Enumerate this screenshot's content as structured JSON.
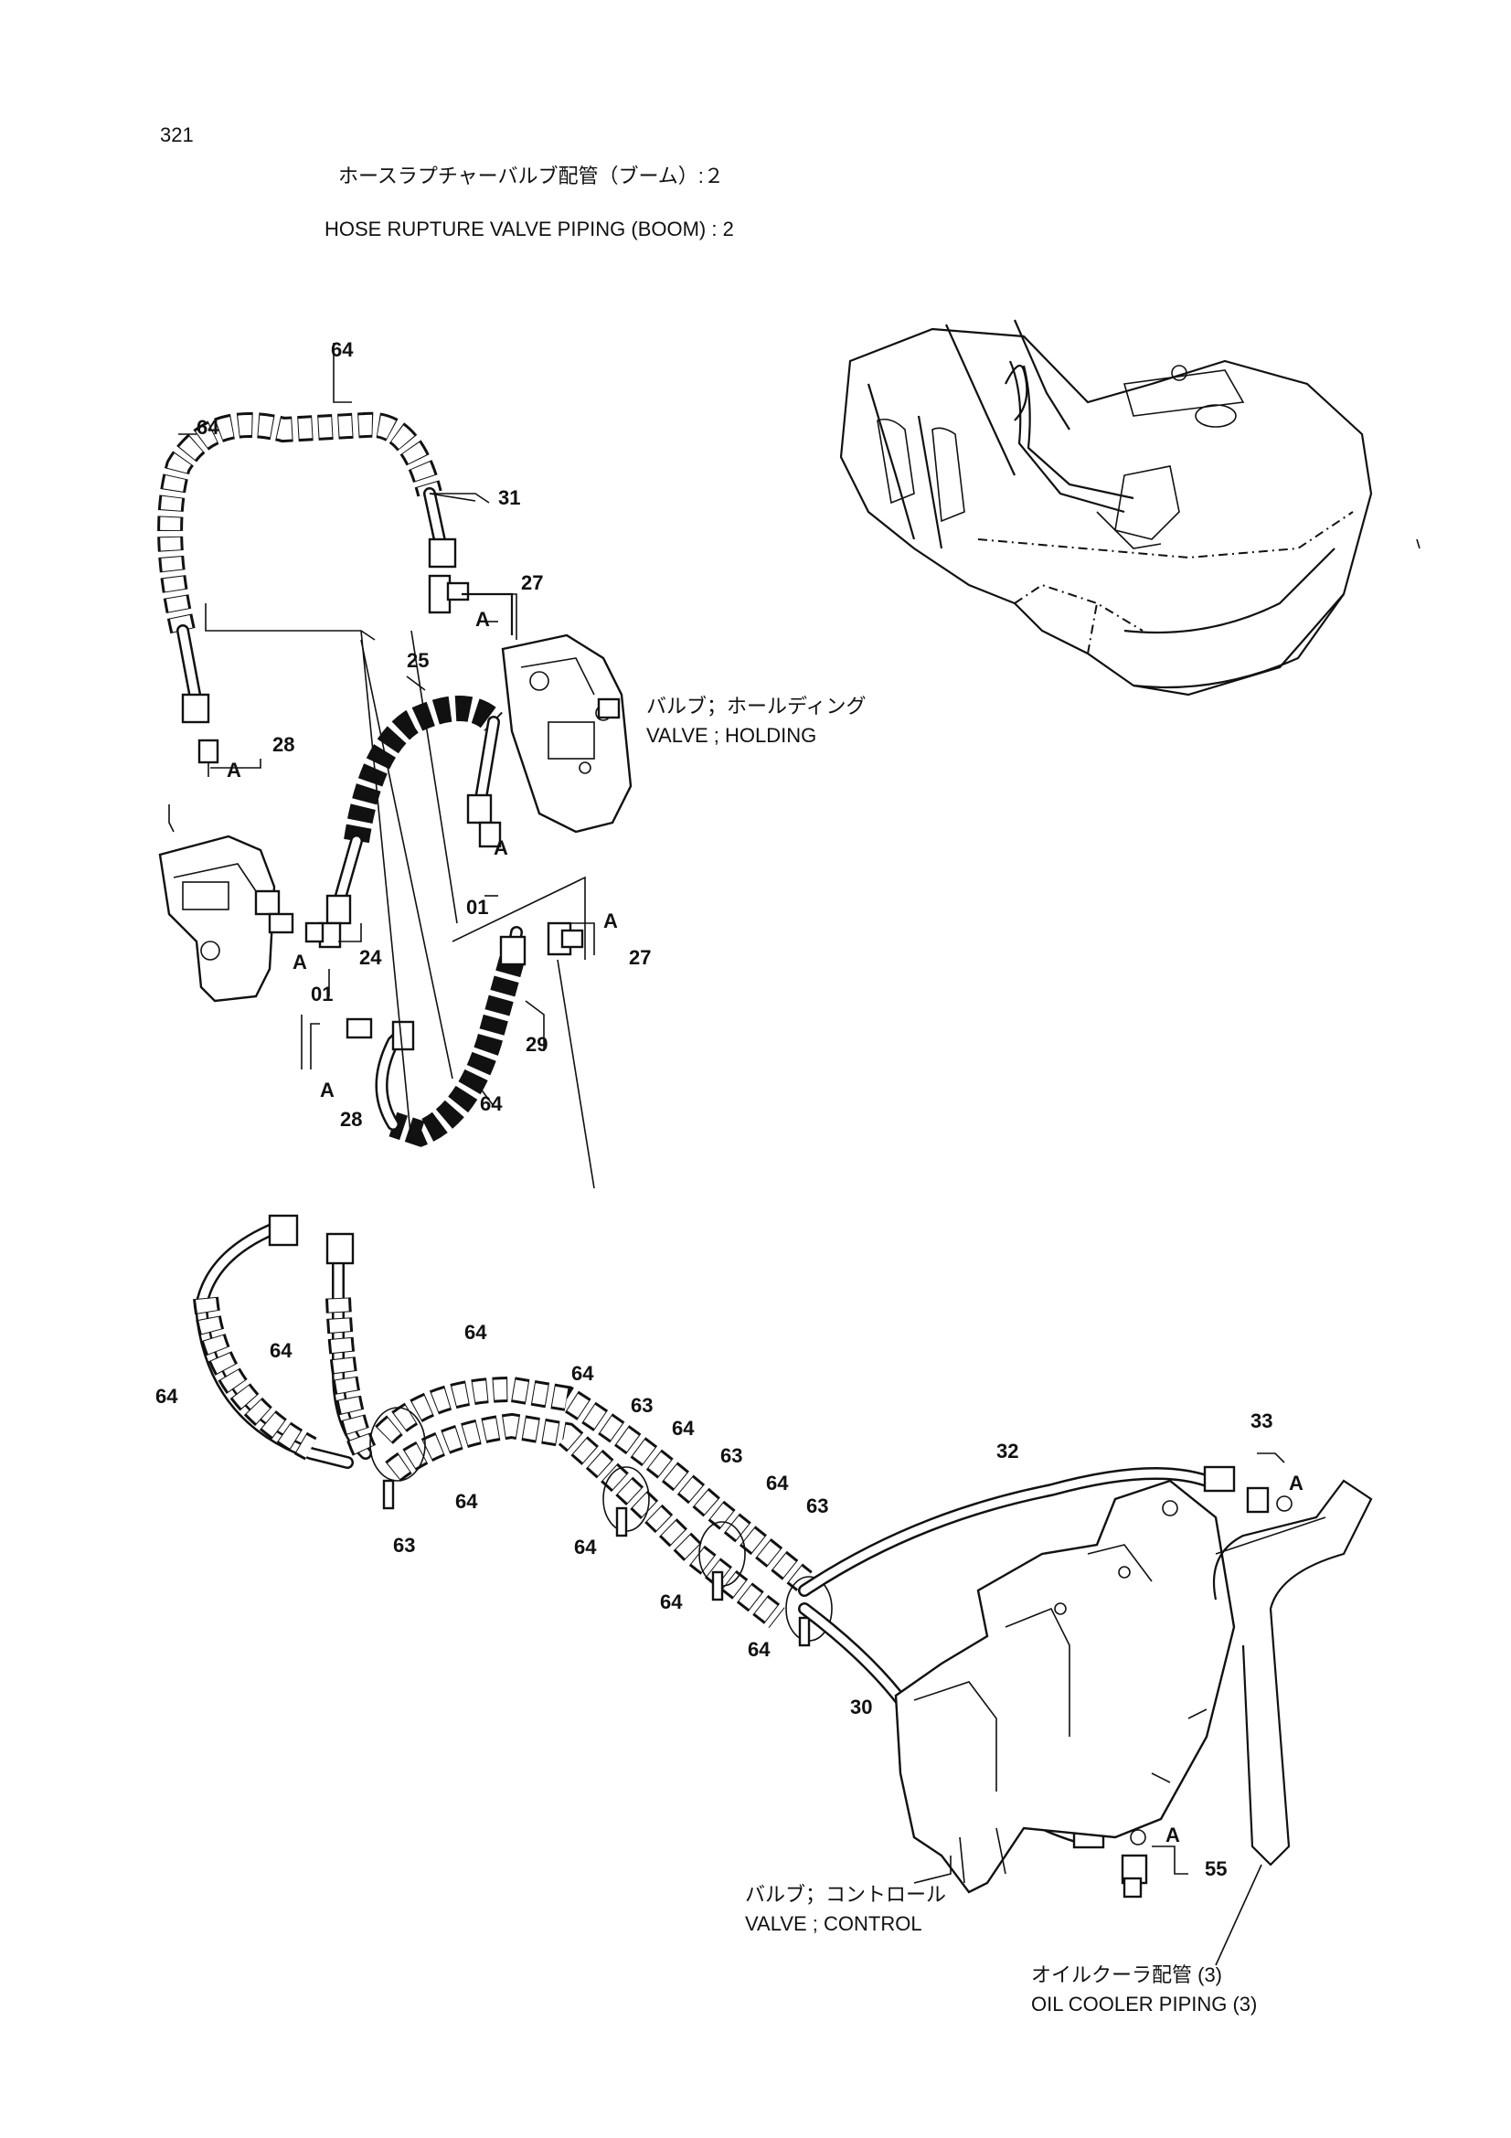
{
  "page_number": "321",
  "title_jp": "ホースラプチャーバルブ配管（ブーム）:２",
  "title_en": "HOSE RUPTURE VALVE PIPING (BOOM) : 2",
  "callouts": {
    "holding_valve_jp": "バルブ；ホールディング",
    "holding_valve_en": "VALVE ; HOLDING",
    "control_valve_jp": "バルブ；コントロール",
    "control_valve_en": "VALVE ; CONTROL",
    "oil_cooler_jp": "オイルクーラ配管 (3)",
    "oil_cooler_en": "OIL COOLER PIPING (3)"
  },
  "detail_marker": "A",
  "part_labels": {
    "p64_top": "64",
    "p64_left": "64",
    "p31": "31",
    "p27_top": "27",
    "p25": "25",
    "p28_top": "28",
    "p01_mid": "01",
    "p24": "24",
    "p01_low": "01",
    "p27_mid": "27",
    "p29": "29",
    "p28_low": "28",
    "p64_mid": "64",
    "p64_s1": "64",
    "p64_s2": "64",
    "p64_s3": "64",
    "p64_s4": "64",
    "p64_s5": "64",
    "p64_s6": "64",
    "p64_s7": "64",
    "p64_s8": "64",
    "p64_s9": "64",
    "p64_s10": "64",
    "p63_a": "63",
    "p63_b": "63",
    "p63_c": "63",
    "p63_d": "63",
    "p32": "32",
    "p33": "33",
    "p30": "30",
    "p55": "55"
  }
}
